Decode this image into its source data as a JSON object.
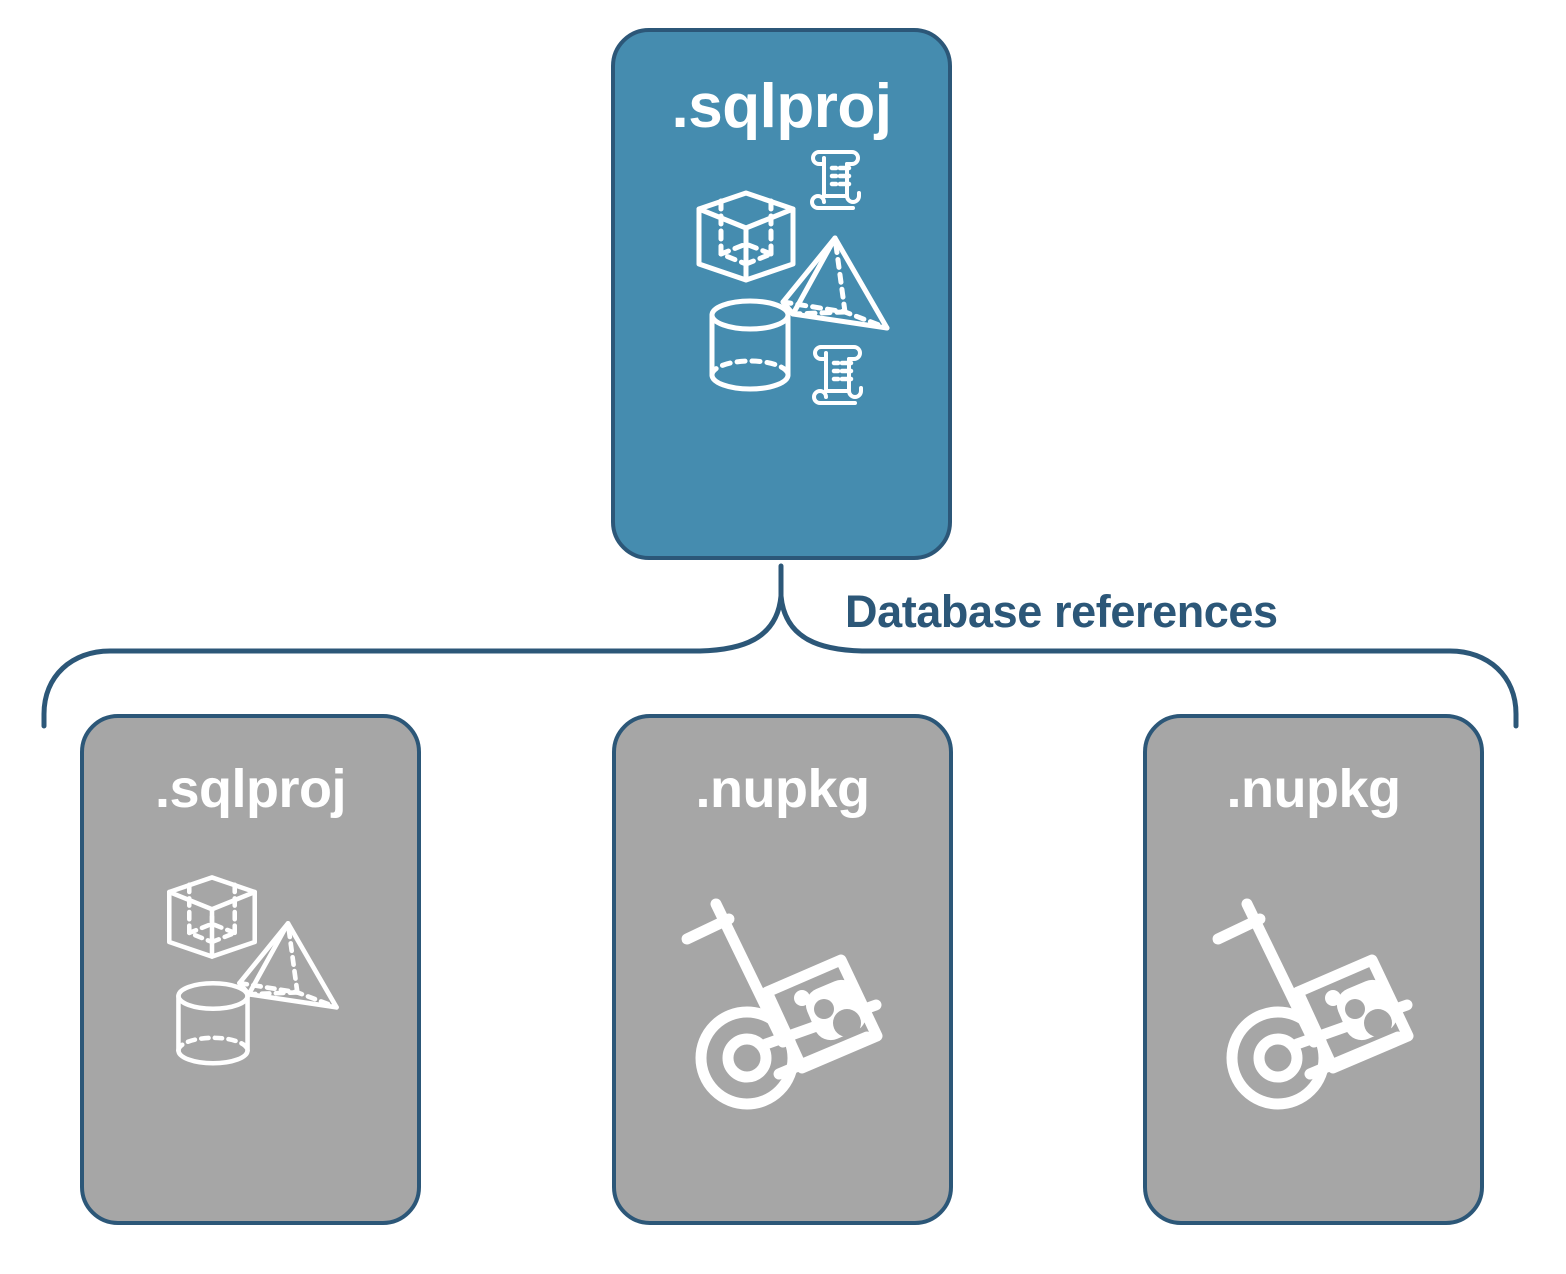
{
  "diagram": {
    "title_text": "Database references",
    "connector": {
      "type": "curly-brace",
      "label": "Database references",
      "color": "#2c5778"
    },
    "colors": {
      "primary_fill": "#458caf",
      "secondary_fill": "#a6a6a6",
      "stroke": "#2c5778",
      "icon": "#ffffff",
      "background": "#ffffff"
    },
    "parent": {
      "label": ".sqlproj",
      "fill": "#458caf",
      "icons": [
        "cube-icon",
        "script-scroll-icon",
        "pyramid-icon",
        "cylinder-icon",
        "script-scroll-icon"
      ]
    },
    "children": [
      {
        "label": ".sqlproj",
        "fill": "#a6a6a6",
        "icons": [
          "cube-icon",
          "pyramid-icon",
          "cylinder-icon"
        ]
      },
      {
        "label": ".nupkg",
        "fill": "#a6a6a6",
        "icons": [
          "nuget-hand-truck-icon"
        ]
      },
      {
        "label": ".nupkg",
        "fill": "#a6a6a6",
        "icons": [
          "nuget-hand-truck-icon"
        ]
      }
    ]
  }
}
